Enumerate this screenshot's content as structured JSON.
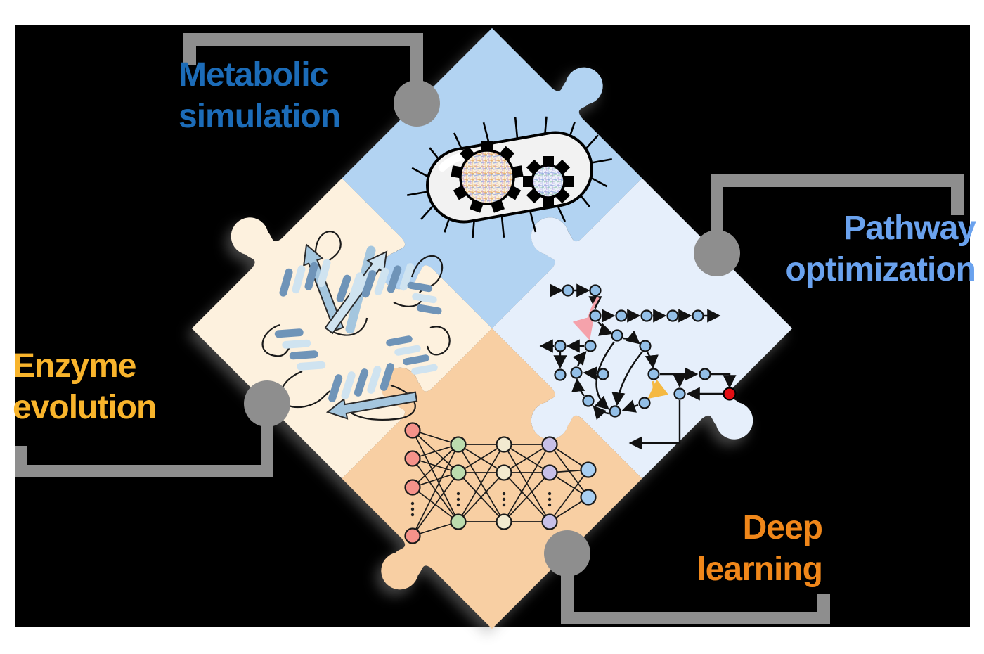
{
  "labels": {
    "metabolic": {
      "line1": "Metabolic",
      "line2": "simulation",
      "color": "#1c6cb8"
    },
    "pathway": {
      "line1": "Pathway",
      "line2": "optimization",
      "color": "#6aa2ee"
    },
    "enzyme": {
      "line1": "Enzyme",
      "line2": "evolution",
      "color": "#f8b42c"
    },
    "deep": {
      "line1": "Deep",
      "line2": "learning",
      "color": "#f0871a"
    }
  },
  "puzzle": {
    "connector_color": "#8e8e8e",
    "pieces": [
      {
        "id": "metabolic-simulation",
        "position": "top",
        "color": "#b2d3f2",
        "illustration": "bacterium-with-gears"
      },
      {
        "id": "pathway-optimization",
        "position": "right",
        "color": "#e6effb",
        "illustration": "metabolic-pathway-network"
      },
      {
        "id": "enzyme-evolution",
        "position": "left",
        "color": "#fdf1de",
        "illustration": "protein-ribbon-structure"
      },
      {
        "id": "deep-learning",
        "position": "bottom",
        "color": "#f8cfa3",
        "illustration": "neural-network"
      }
    ]
  },
  "palette": {
    "background": "#000000",
    "page_margin": "#ffffff",
    "pathway_node": "#93bfe7",
    "pathway_node_stroke": "#141414",
    "pathway_end_node": "#e30e13",
    "pathway_arrow": "#111111",
    "pathway_pink_arrow": "#f5a2ab",
    "pathway_orange_arrow": "#f5b942",
    "nn_input": "#f5928a",
    "nn_hidden1": "#bcdcae",
    "nn_hidden2": "#f2ead0",
    "nn_hidden3": "#c7c0e8",
    "nn_output": "#a9cff2",
    "nn_edge": "#1a1a1a",
    "bacterium_body": "#f2f2f2",
    "bacterium_outline": "#000000",
    "gear_warm_fill": "#f8efdd",
    "gear_cool_fill": "#eef0fa",
    "ribbon_light": "#cfe3f0",
    "ribbon_mid": "#a4c6de",
    "ribbon_dark": "#6f94b8",
    "ribbon_outline": "#2a2a2a"
  }
}
